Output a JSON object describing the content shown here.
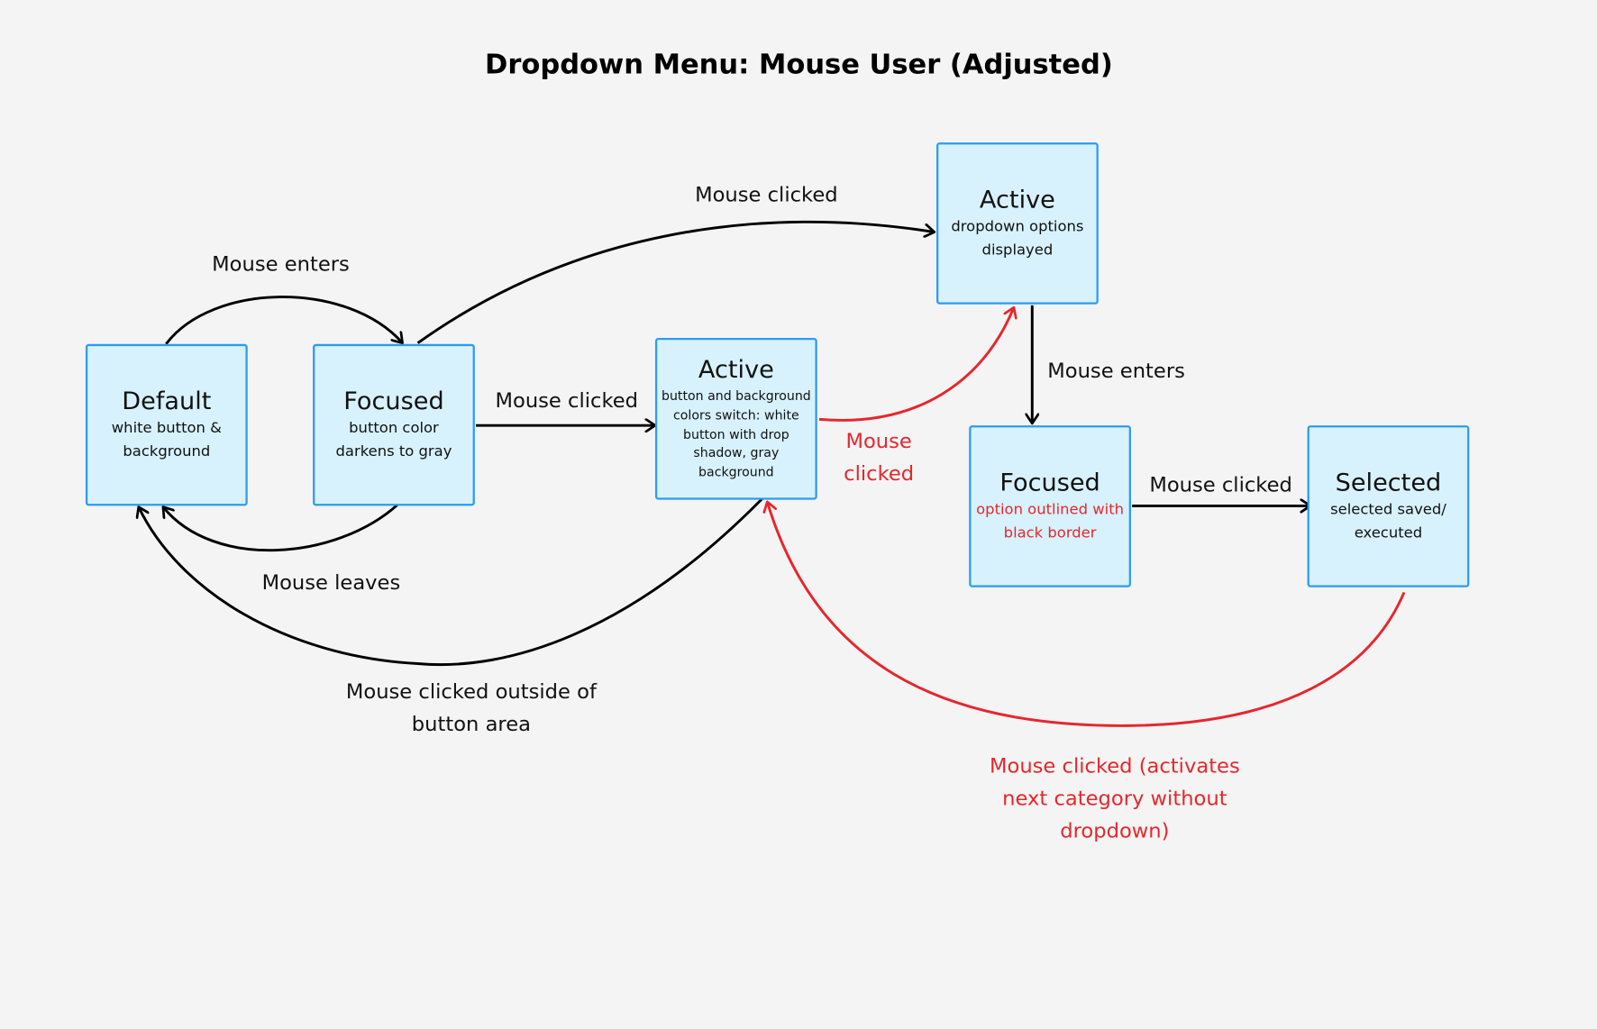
{
  "title": "Dropdown Menu: Mouse User (Adjusted)",
  "colors": {
    "node_fill": "#d7f2fd",
    "node_border": "#2b9cf0",
    "edge_black": "#000000",
    "edge_red": "#e5272c",
    "background": "#f4f4f4"
  },
  "nodes": {
    "default": {
      "title": "Default",
      "desc": "white button & background"
    },
    "focused_button": {
      "title": "Focused",
      "desc": "button color darkens to gray"
    },
    "active_button": {
      "title": "Active",
      "desc": "button and background colors switch: white button with drop shadow, gray background"
    },
    "active_dropdown": {
      "title": "Active",
      "desc": "dropdown options displayed"
    },
    "focused_option": {
      "title": "Focused",
      "desc": "option outlined with black border"
    },
    "selected": {
      "title": "Selected",
      "desc": "selected saved/ executed"
    }
  },
  "edges": {
    "mouse_enters_1": "Mouse enters",
    "mouse_leaves": "Mouse leaves",
    "mouse_clicked_top": "Mouse clicked",
    "mouse_clicked_mid": "Mouse clicked",
    "mouse_clicked_red_1": "Mouse",
    "mouse_clicked_red_2": "clicked",
    "mouse_enters_2": "Mouse enters",
    "mouse_clicked_right": "Mouse clicked",
    "outside_1": "Mouse clicked outside of",
    "outside_2": "button area",
    "next_cat_1": "Mouse clicked (activates",
    "next_cat_2": "next category without",
    "next_cat_3": "dropdown)"
  }
}
